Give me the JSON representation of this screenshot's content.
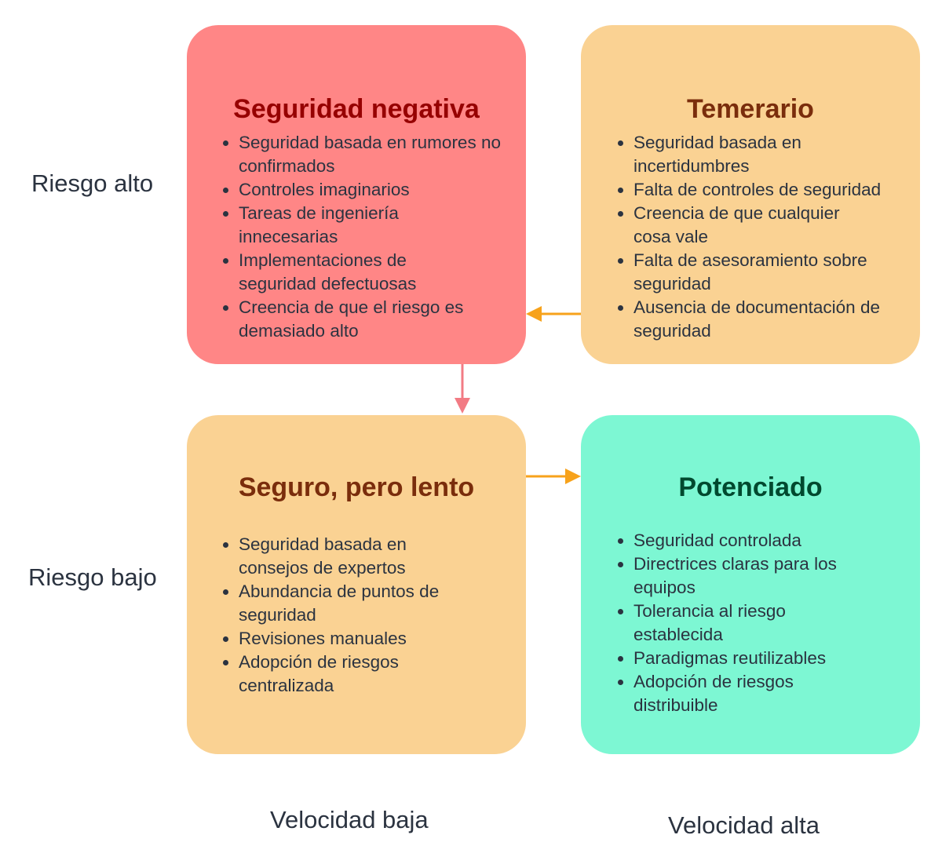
{
  "axes": {
    "row_high": "Riesgo alto",
    "row_low": "Riesgo bajo",
    "col_low": "Velocidad baja",
    "col_high": "Velocidad alta"
  },
  "quadrants": {
    "negative": {
      "title": "Seguridad negativa",
      "items": [
        "Seguridad basada en rumores no confirmados",
        "Controles imaginarios",
        "Tareas de ingeniería innecesarias",
        "Implementaciones de seguridad defectuosas",
        "Creencia de que el riesgo es demasiado alto"
      ],
      "color": "#ff8686"
    },
    "reckless": {
      "title": "Temerario",
      "items": [
        "Seguridad basada en incertidumbres",
        "Falta de controles de seguridad",
        "Creencia de que cualquier cosa vale",
        "Falta de asesoramiento sobre seguridad",
        "Ausencia de documentación de seguridad"
      ],
      "color": "#fad293"
    },
    "slow": {
      "title": "Seguro, pero lento",
      "items": [
        "Seguridad basada en consejos de expertos",
        "Abundancia de puntos de seguridad",
        "Revisiones manuales",
        "Adopción de riesgos centralizada"
      ],
      "color": "#fad293"
    },
    "empowered": {
      "title": "Potenciado",
      "items": [
        "Seguridad controlada",
        "Directrices claras para los equipos",
        "Tolerancia al riesgo establecida",
        "Paradigmas reutilizables",
        "Adopción de riesgos distribuible"
      ],
      "color": "#7df7d3"
    }
  },
  "arrow_colors": {
    "orange": "#f7a21b",
    "pink": "#f27b84"
  }
}
